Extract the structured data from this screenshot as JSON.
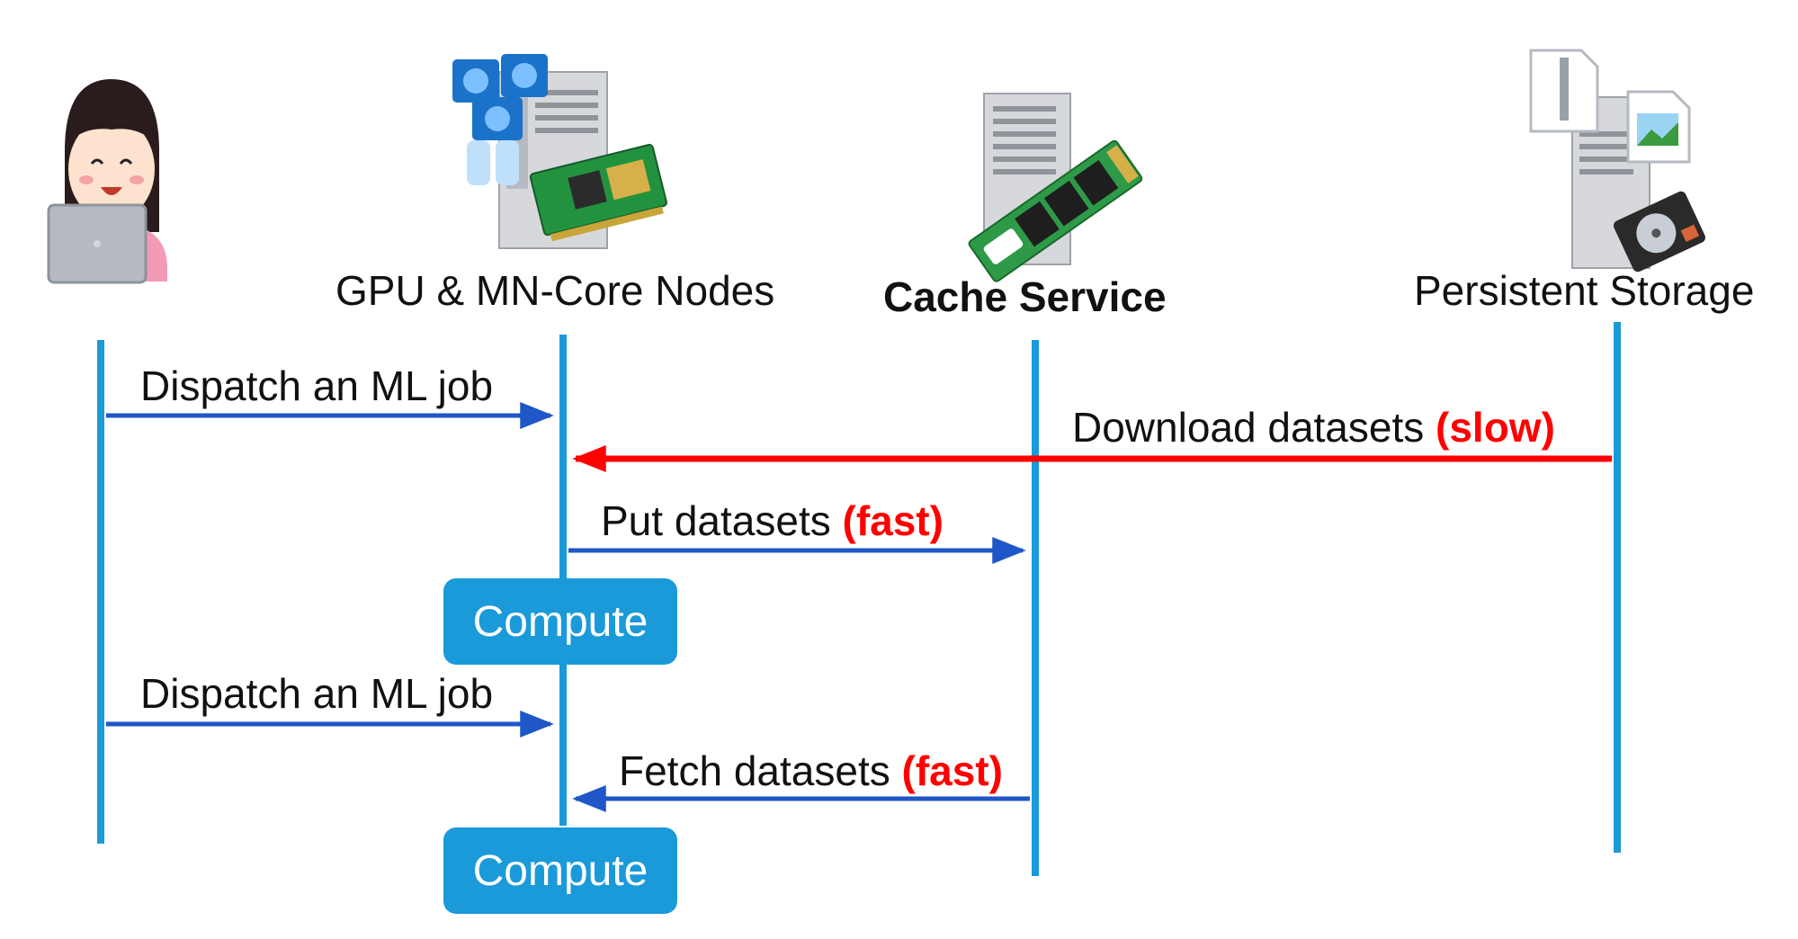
{
  "actors": [
    {
      "id": "user",
      "label": "",
      "icon": "woman-with-laptop-icon"
    },
    {
      "id": "nodes",
      "label": "GPU & MN-Core Nodes",
      "icon": "gpu-server-icon"
    },
    {
      "id": "cache",
      "label": "Cache Service",
      "icon": "ssd-server-icon",
      "bold": true
    },
    {
      "id": "storage",
      "label": "Persistent Storage",
      "icon": "storage-server-icon"
    }
  ],
  "messages": [
    {
      "from": "user",
      "to": "nodes",
      "text": "Dispatch an ML job",
      "highlight": "",
      "color": "#1f56c8"
    },
    {
      "from": "storage",
      "to": "nodes",
      "text": "Download datasets ",
      "highlight": "(slow)",
      "color": "#ff0000"
    },
    {
      "from": "nodes",
      "to": "cache",
      "text": "Put datasets ",
      "highlight": "(fast)",
      "color": "#1f56c8"
    },
    {
      "from": "user",
      "to": "nodes",
      "text": "Dispatch an ML job",
      "highlight": "",
      "color": "#1f56c8"
    },
    {
      "from": "cache",
      "to": "nodes",
      "text": "Fetch datasets ",
      "highlight": "(fast)",
      "color": "#1f56c8"
    }
  ],
  "activations": [
    {
      "actor": "nodes",
      "label": "Compute"
    },
    {
      "actor": "nodes",
      "label": "Compute"
    }
  ],
  "colors": {
    "lifeline": "#1a9ad9",
    "arrow_normal": "#1f56c8",
    "arrow_slow": "#ff0000",
    "highlight_text": "#ff0000",
    "compute_box": "#1a9ad9"
  }
}
